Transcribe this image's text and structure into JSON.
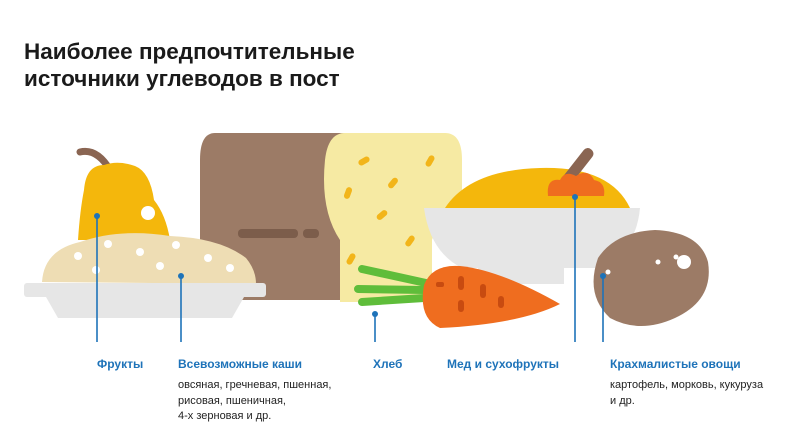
{
  "title": {
    "line1": "Наиболее предпочтительные",
    "line2": "источники углеводов в пост"
  },
  "accent_color": "#1e73b9",
  "categories": [
    {
      "label": "Фрукты",
      "description": []
    },
    {
      "label": "Всевозможные каши",
      "description": [
        "овсяная, гречневая, пшенная,",
        "рисовая, пшеничная,",
        "4-х зерновая и др."
      ]
    },
    {
      "label": "Хлеб",
      "description": []
    },
    {
      "label": "Мед и сухофрукты",
      "description": []
    },
    {
      "label": "Крахмалистые овощи",
      "description": [
        "картофель, морковь, кукуруза",
        "и др."
      ]
    }
  ]
}
